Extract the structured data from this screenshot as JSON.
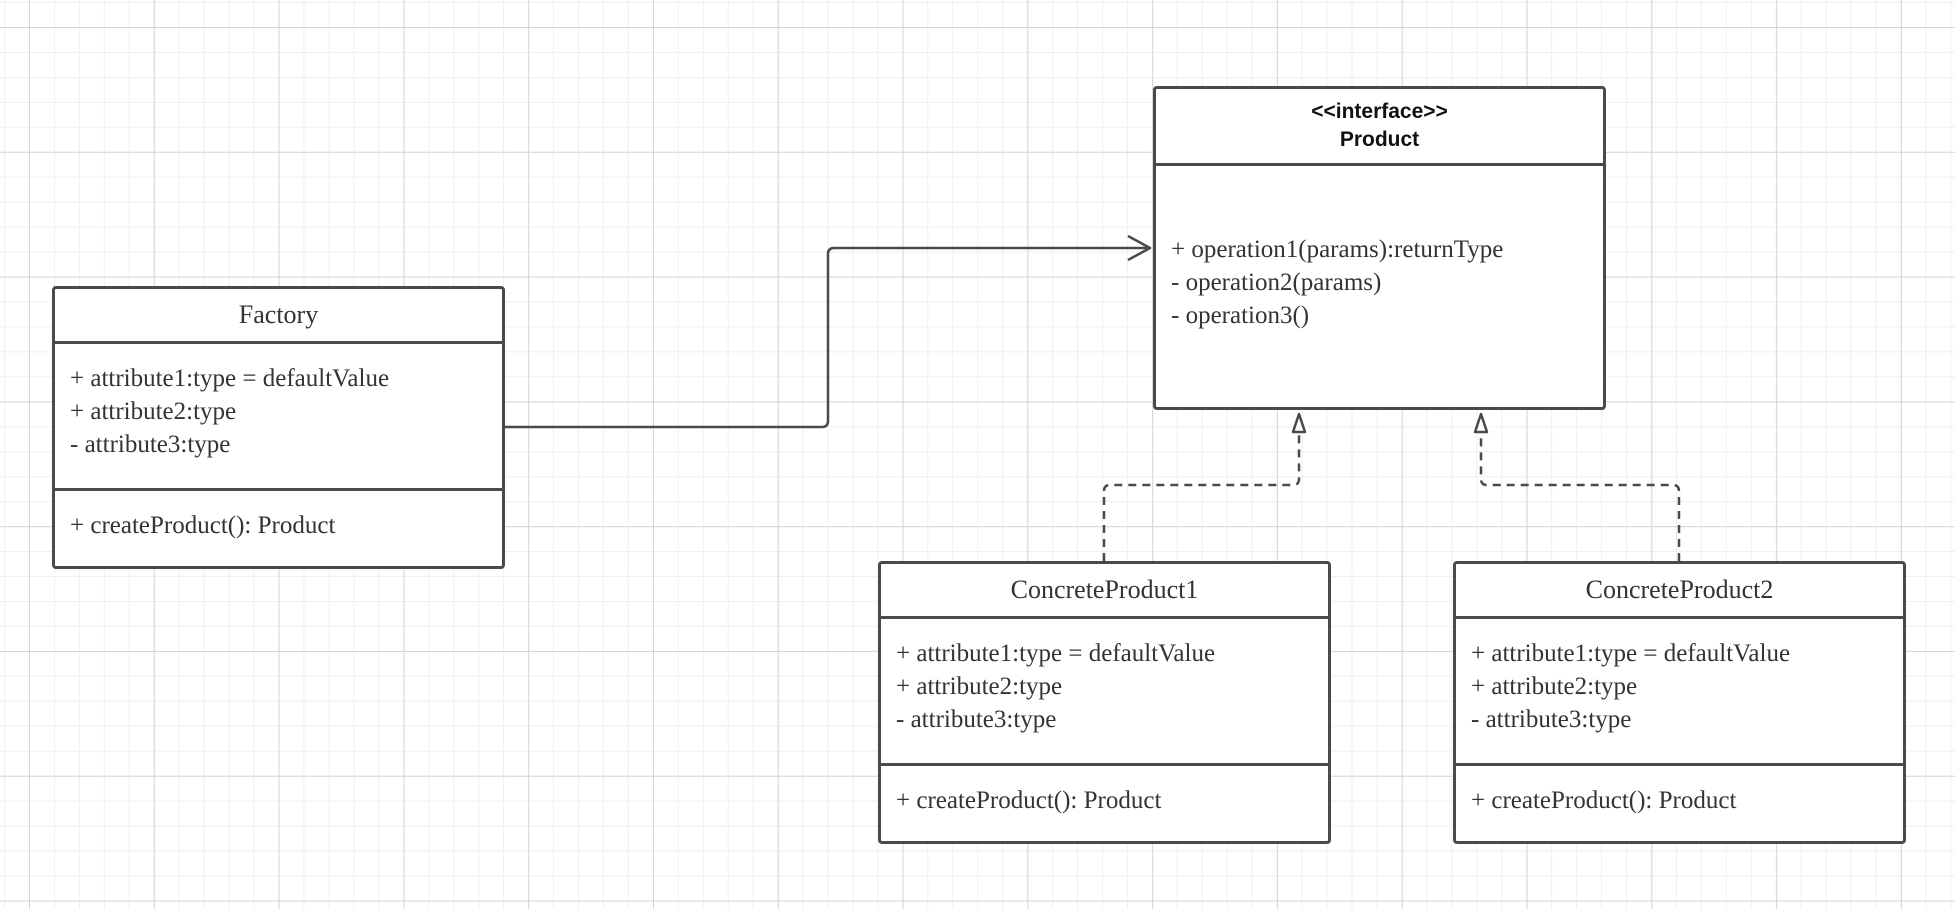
{
  "diagram": {
    "colors": {
      "stroke": "#4a4a4a",
      "text": "#333333",
      "grid_major": "#d6d6d6",
      "grid_minor": "#efefef",
      "background": "#ffffff"
    },
    "classes": {
      "factory": {
        "name": "Factory",
        "attributes": [
          "+ attribute1:type = defaultValue",
          "+ attribute2:type",
          "- attribute3:type"
        ],
        "operations": [
          "+ createProduct(): Product"
        ]
      },
      "product": {
        "stereotype": "<<interface>>",
        "name": "Product",
        "operations": [
          "+ operation1(params):returnType",
          "- operation2(params)",
          "- operation3()"
        ]
      },
      "concrete_product_1": {
        "name": "ConcreteProduct1",
        "attributes": [
          "+ attribute1:type = defaultValue",
          "+ attribute2:type",
          "- attribute3:type"
        ],
        "operations": [
          "+ createProduct(): Product"
        ]
      },
      "concrete_product_2": {
        "name": "ConcreteProduct2",
        "attributes": [
          "+ attribute1:type = defaultValue",
          "+ attribute2:type",
          "- attribute3:type"
        ],
        "operations": [
          "+ createProduct(): Product"
        ]
      }
    },
    "relationships": [
      {
        "from": "Factory",
        "to": "Product",
        "kind": "association"
      },
      {
        "from": "ConcreteProduct1",
        "to": "Product",
        "kind": "realization"
      },
      {
        "from": "ConcreteProduct2",
        "to": "Product",
        "kind": "realization"
      }
    ]
  }
}
